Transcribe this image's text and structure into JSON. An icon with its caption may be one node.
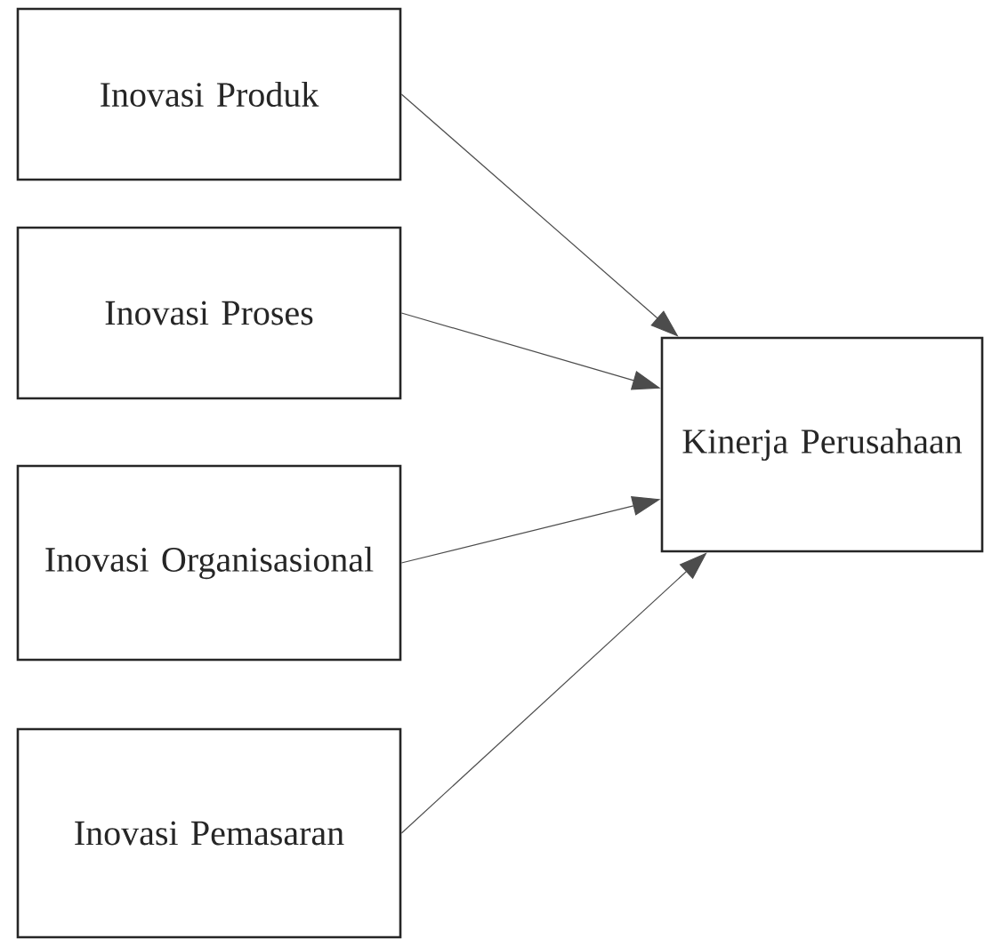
{
  "diagram": {
    "nodes": [
      {
        "text": [
          "Inovasi Produk"
        ]
      },
      {
        "text": [
          "Inovasi Proses"
        ]
      },
      {
        "text": [
          "Inovasi Organisasional"
        ]
      },
      {
        "text": [
          "Inovasi Pemasaran"
        ]
      },
      {
        "text": [
          "Kinerja Perusahaan"
        ]
      }
    ],
    "edges": [
      {
        "from": 0,
        "to": 4,
        "arrow": "to"
      },
      {
        "from": 1,
        "to": 4,
        "arrow": "to"
      },
      {
        "from": 2,
        "to": 4,
        "arrow": "to"
      },
      {
        "from": 3,
        "to": 4,
        "arrow": "to"
      }
    ]
  }
}
